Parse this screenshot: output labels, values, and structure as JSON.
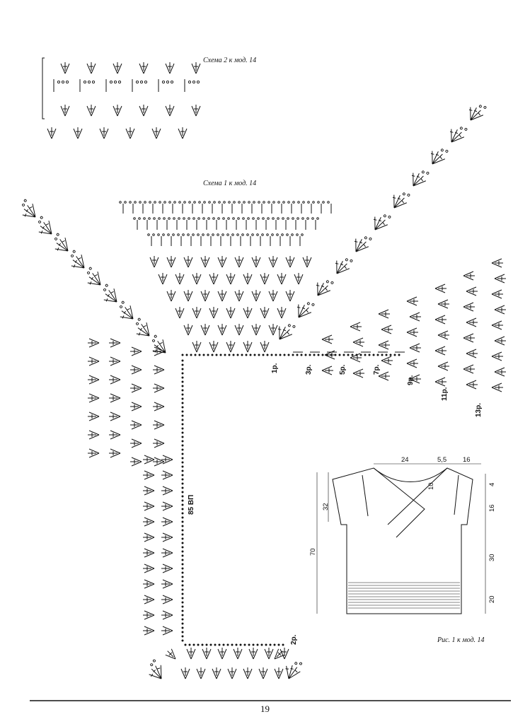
{
  "captions": {
    "scheme2": "Схема 2 к мод. 14",
    "scheme1": "Схема 1 к мод. 14",
    "figure1": "Рис. 1 к мод. 14"
  },
  "row_labels": [
    "1р.",
    "3р.",
    "5р.",
    "7р.",
    "9р.",
    "11р.",
    "13р.",
    "2р."
  ],
  "chain_label": "85 ВП",
  "dimensions": {
    "top": [
      "24",
      "5,5",
      "16"
    ],
    "left": [
      "32",
      "70"
    ],
    "right": [
      "4",
      "16",
      "30",
      "20"
    ],
    "neck": "10"
  },
  "page_number": "19"
}
